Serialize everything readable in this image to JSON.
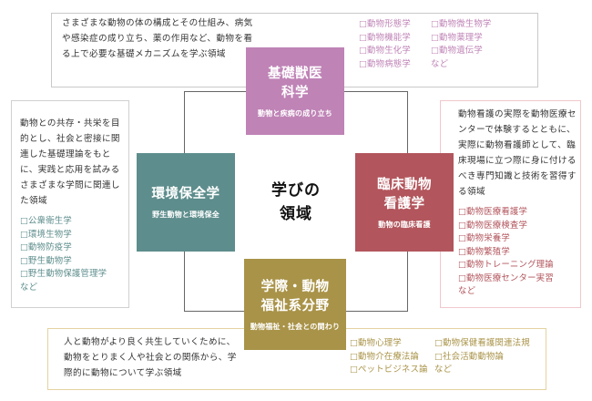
{
  "colors": {
    "basic": "#bf83b6",
    "env": "#5d8d8c",
    "clinical": "#b2555c",
    "welfare": "#a99348"
  },
  "center": {
    "title_line1": "学びの",
    "title_line2": "領域"
  },
  "basic": {
    "title_line1": "基礎獣医",
    "title_line2": "科学",
    "subtitle": "動物と疾病の成り立ち",
    "description": "さまざまな動物の体の構成とその仕組み、病気や感染症の成り立ち、薬の作用など、動物を看る上で必要な基礎メカニズムを学ぶ領域",
    "col1": [
      "□動物形態学",
      "□動物機能学",
      "□動物生化学",
      "□動物病態学"
    ],
    "col2": [
      "□動物微生物学",
      "□動物薬理学",
      "□動物遺伝学"
    ],
    "more": "など"
  },
  "env": {
    "title": "環境保全学",
    "subtitle": "野生動物と環境保全",
    "description": "動物との共存・共栄を目的とし、社会と密接に関連した基礎理論をもとに、実践と応用を試みるさまざまな学問に関連した領域",
    "items": [
      "□公衆衛生学",
      "□環境生物学",
      "□動物防疫学",
      "□野生動物学",
      "□野生動物保護管理学"
    ],
    "more": "など"
  },
  "clinical": {
    "title_line1": "臨床動物",
    "title_line2": "看護学",
    "subtitle": "動物の臨床看護",
    "description": "動物看護の実際を動物医療センターで体験するとともに、実際に動物看護師として、臨床現場に立つ際に身に付けるべき専門知識と技術を習得する領域",
    "items": [
      "□動物医療看護学",
      "□動物医療検査学",
      "□動物栄養学",
      "□動物繁殖学",
      "□動物トレーニング理論",
      "□動物医療センター実習"
    ],
    "more": "など"
  },
  "welfare": {
    "title_line1": "学際・動物",
    "title_line2": "福祉系分野",
    "subtitle": "動物福祉・社会との関わり",
    "description": "人と動物がより良く共生していくために、動物をとりまく人や社会との関係から、学際的に動物について学ぶ領域",
    "col1": [
      "□動物心理学",
      "□動物介在療法論",
      "□ペットビジネス論"
    ],
    "col2": [
      "□動物保健看護関連法規",
      "□社会活動動物論"
    ],
    "more": "など"
  }
}
